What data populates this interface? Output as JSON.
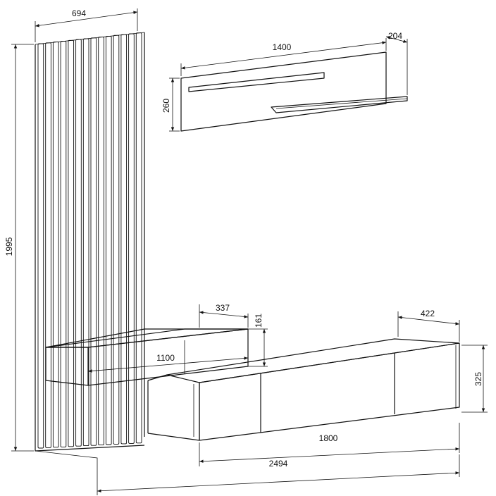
{
  "dimensions": {
    "panel_width": "694",
    "panel_height": "1995",
    "shelf_width": "1400",
    "shelf_depth": "204",
    "shelf_height": "260",
    "cabinet_top_depth": "337",
    "cabinet_top_height": "161",
    "cabinet_top_width": "1100",
    "tv_unit_depth": "422",
    "tv_unit_height": "325",
    "tv_unit_width": "1800",
    "total_width": "2494"
  }
}
